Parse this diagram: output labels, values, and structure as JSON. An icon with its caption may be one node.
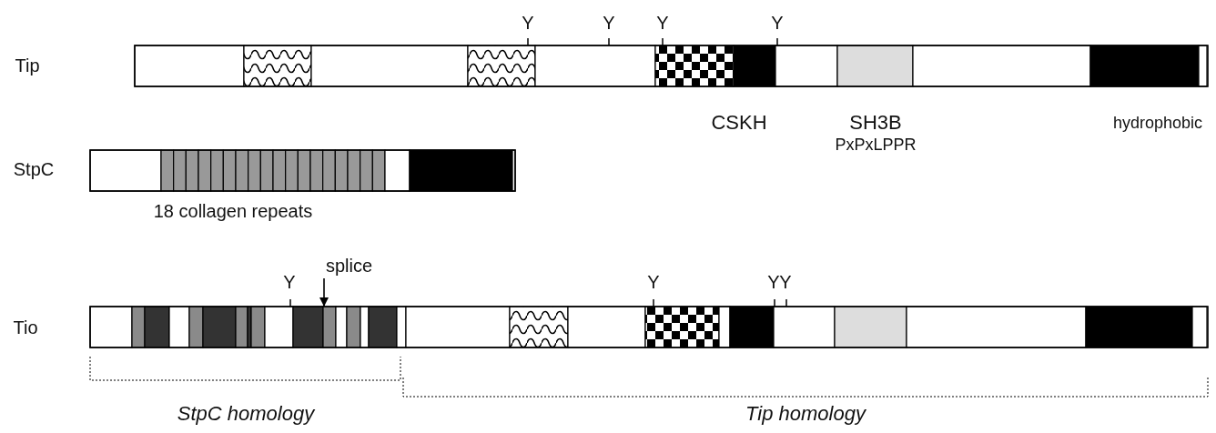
{
  "diagram": {
    "nodes": [
      {
        "text": [],
        "shape": "bar"
      },
      {
        "text": [],
        "shape": "bar"
      },
      {
        "text": [],
        "shape": "bar"
      },
      {
        "text": [
          "splice"
        ]
      }
    ],
    "edges": [
      {
        "from": 3,
        "to": 2,
        "arrow": "to"
      }
    ],
    "labels": [
      "Y",
      "Y",
      "Y",
      "Y",
      "Tip",
      "CSKH",
      "SH3B",
      "hydrophobic",
      "PxPxLPPR",
      "StpC",
      "18 collagen repeats",
      "Y",
      "Y",
      "Y",
      "Y",
      "Tio",
      "StpC homology",
      "Tip homology"
    ]
  }
}
